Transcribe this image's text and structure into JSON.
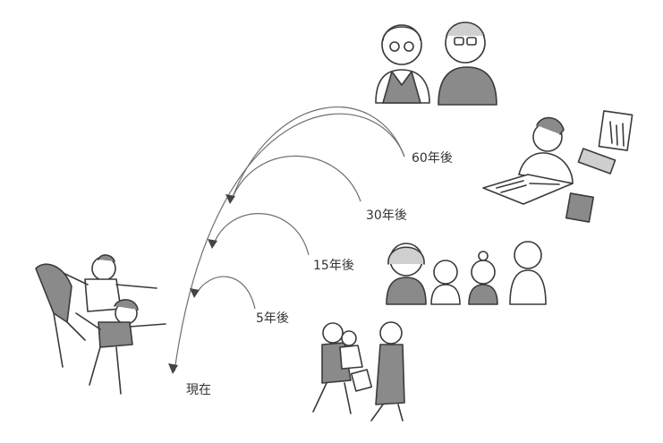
{
  "timeline": {
    "labels": {
      "now": "現在",
      "five_years": "5年後",
      "fifteen_years": "15年後",
      "thirty_years": "30年後",
      "sixty_years": "60年後"
    }
  },
  "colors": {
    "ink": "#3a3a3a",
    "arc": "#6f6f6f",
    "grey": "#8a8a8a"
  },
  "illustrations": [
    "young-couple-dancing",
    "family-walking",
    "family-of-four",
    "man-at-desk-on-phone",
    "elderly-couple"
  ]
}
